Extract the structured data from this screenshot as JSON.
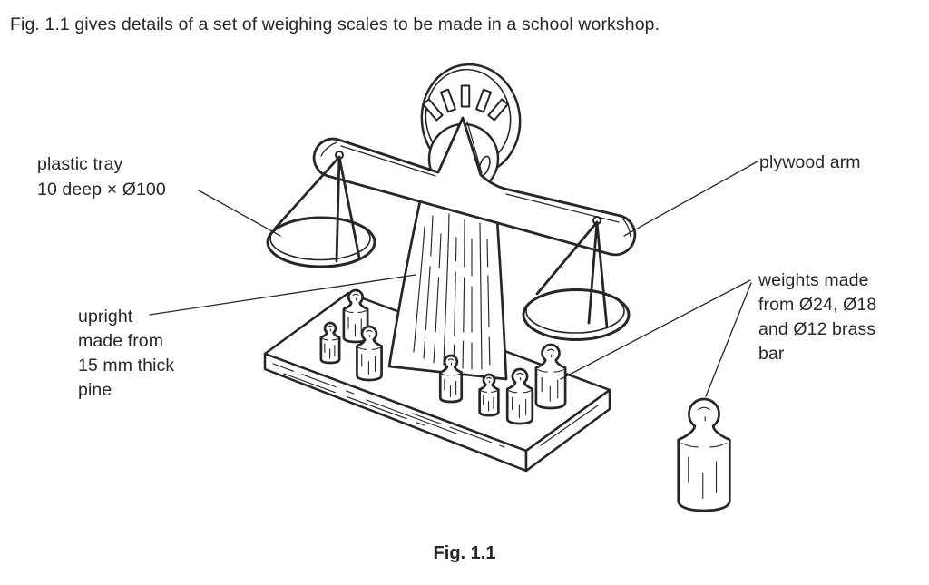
{
  "intro_text": "Fig. 1.1 gives details of a set of weighing scales to be made in a school workshop.",
  "caption": "Fig. 1.1",
  "labels": {
    "plastic_tray": {
      "lines": [
        "plastic tray",
        "10 deep × Ø100"
      ]
    },
    "plywood_arm": {
      "lines": [
        "plywood arm"
      ]
    },
    "upright": {
      "lines": [
        "upright",
        "made from",
        "15 mm thick",
        "pine"
      ]
    },
    "weights": {
      "lines": [
        "weights made",
        "from Ø24, Ø18",
        "and Ø12 brass",
        "bar"
      ]
    }
  },
  "figure": {
    "ink_color": "#292526",
    "paper_color": "#ffffff"
  }
}
